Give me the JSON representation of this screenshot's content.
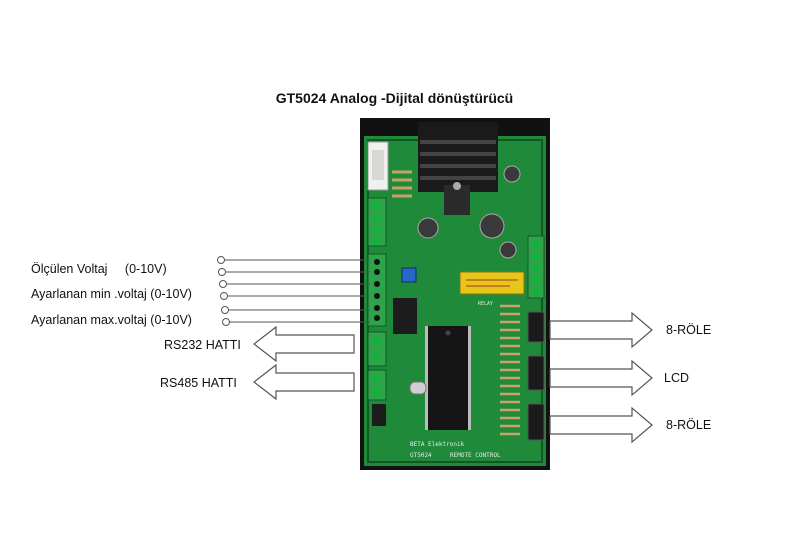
{
  "title": "GT5024 Analog -Dijital dönüştürücü",
  "left_labels": {
    "measured_voltage": "Ölçülen Voltaj",
    "measured_range": "(0-10V)",
    "min_voltage": "Ayarlanan min .voltaj (0-10V)",
    "max_voltage": "Ayarlanan  max.voltaj (0-10V)",
    "rs232": "RS232 HATTI",
    "rs485": "RS485 HATTI"
  },
  "right_labels": {
    "relay_top": "8-RÖLE",
    "lcd": "LCD",
    "relay_bottom": "8-RÖLE"
  },
  "board_text": {
    "maker": "BETA Elektronik",
    "model": "GT5024",
    "remote": "REMOTE CONTROL",
    "relay_text": "RELAY"
  },
  "colors": {
    "pcb": "#1f8a3a",
    "pcb_dark": "#0f5a22",
    "heatsink": "#1a1a1a",
    "relay": "#e6c619"
  }
}
